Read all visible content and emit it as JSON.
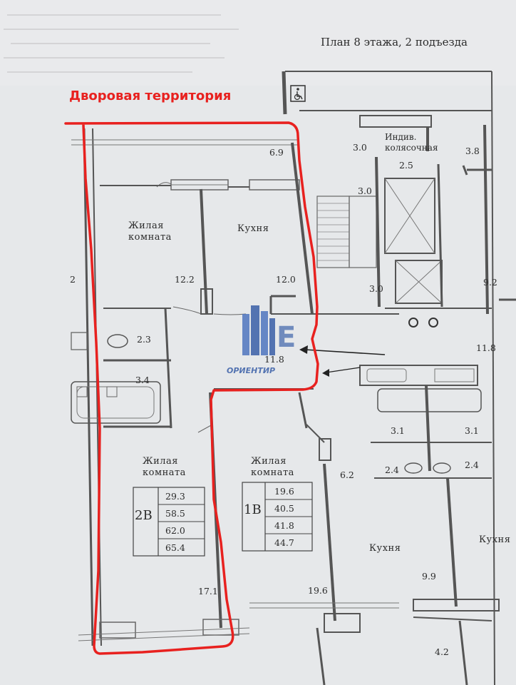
{
  "header": {
    "title": "План 8 этажа, 2 подъезда"
  },
  "annotation": {
    "label": "Дворовая территория",
    "outline_color": "#e8211f"
  },
  "rooms": {
    "living_room": "Жилая\nкомната",
    "kitchen": "Кухня",
    "wheelchair": "Индив.\nколясочная"
  },
  "areas": {
    "a_6_9": "6.9",
    "a_12_2": "12.2",
    "a_12_0": "12.0",
    "a_2_3": "2.3",
    "a_3_4": "3.4",
    "a_11_8": "11.8",
    "a_17_1": "17.1",
    "a_2_left": "2",
    "a_3_0_top": "3.0",
    "a_2_5": "2.5",
    "a_3_8": "3.8",
    "a_3_0_stair": "3.0",
    "a_3_0_low": "3.0",
    "a_9_2": "9.2",
    "a_11_8_right": "11.8",
    "a_3_1_a": "3.1",
    "a_3_1_b": "3.1",
    "a_2_4_a": "2.4",
    "a_2_4_b": "2.4",
    "a_6_2": "6.2",
    "a_9_9": "9.9",
    "a_19_6": "19.6",
    "a_4_2": "4.2"
  },
  "apartment_2b": {
    "code": "2В",
    "values": [
      "29.3",
      "58.5",
      "62.0",
      "65.4"
    ]
  },
  "apartment_1b": {
    "code": "1В",
    "values": [
      "19.6",
      "40.5",
      "41.8",
      "44.7"
    ]
  },
  "watermark": {
    "text": "ОРИЕНТИР",
    "color": "#3a5fa8"
  },
  "icons": {
    "accessibility": "wheelchair-icon"
  }
}
